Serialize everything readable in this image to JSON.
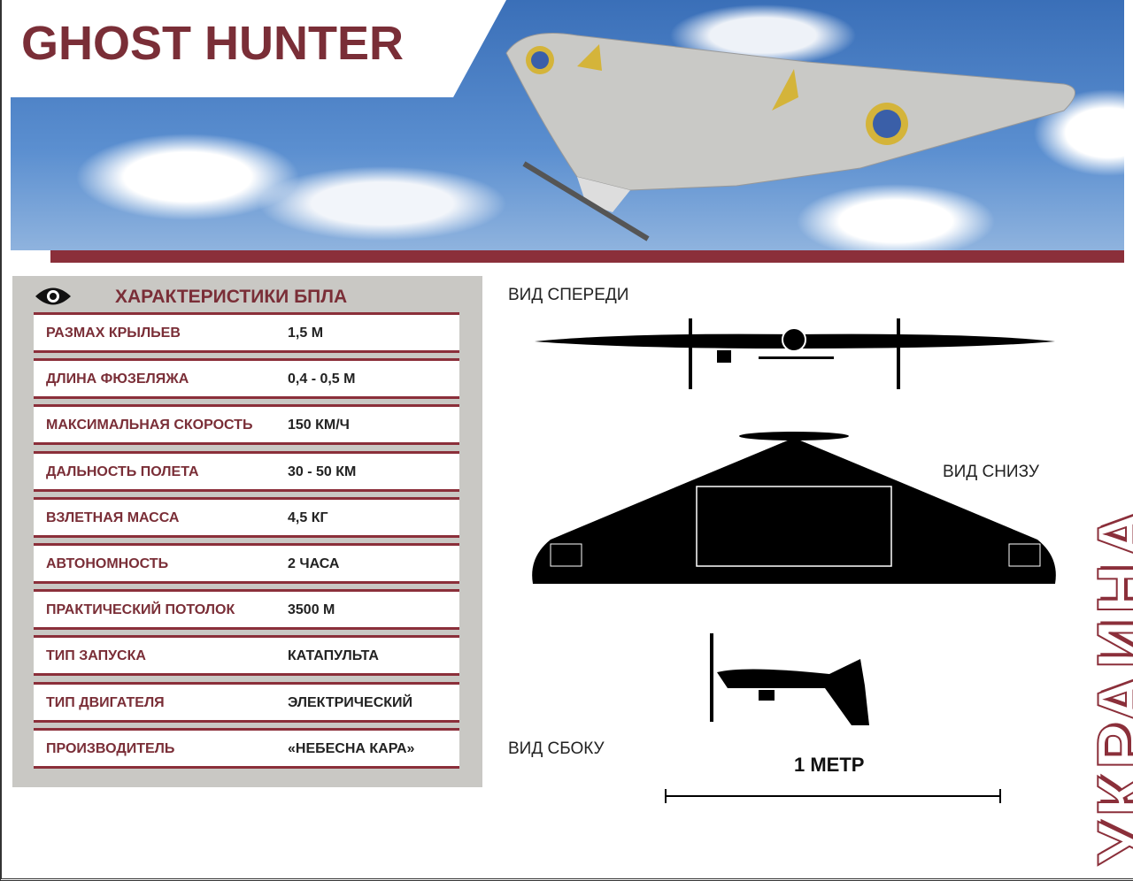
{
  "title": "GHOST HUNTER",
  "specs": {
    "heading": "ХАРАКТЕРИСТИКИ БПЛА",
    "rows": [
      {
        "k": "РАЗМАХ КРЫЛЬЕВ",
        "v": "1,5 М"
      },
      {
        "k": "ДЛИНА ФЮЗЕЛЯЖА",
        "v": "0,4 - 0,5 М"
      },
      {
        "k": "МАКСИМАЛЬНАЯ СКОРОСТЬ",
        "v": "150 КМ/Ч"
      },
      {
        "k": "ДАЛЬНОСТЬ ПОЛЕТА",
        "v": "30 - 50 КМ"
      },
      {
        "k": "ВЗЛЕТНАЯ МАССА",
        "v": "4,5 КГ"
      },
      {
        "k": "АВТОНОМНОСТЬ",
        "v": "2 ЧАСА"
      },
      {
        "k": "ПРАКТИЧЕСКИЙ ПОТОЛОК",
        "v": "3500 М"
      },
      {
        "k": "ТИП ЗАПУСКА",
        "v": "КАТАПУЛЬТА"
      },
      {
        "k": "ТИП ДВИГАТЕЛЯ",
        "v": "ЭЛЕКТРИЧЕСКИЙ"
      },
      {
        "k": "ПРОИЗВОДИТЕЛЬ",
        "v": "«НЕБЕСНА КАРА»"
      }
    ]
  },
  "views": {
    "front": "ВИД СПЕРЕДИ",
    "bottom": "ВИД СНИЗУ",
    "side": "ВИД СБОКУ",
    "scale": "1 МЕТР"
  },
  "country": "УКРАИНА",
  "colors": {
    "accent": "#8b2f3a",
    "title": "#7a2e37",
    "panel": "#c9c8c4"
  }
}
